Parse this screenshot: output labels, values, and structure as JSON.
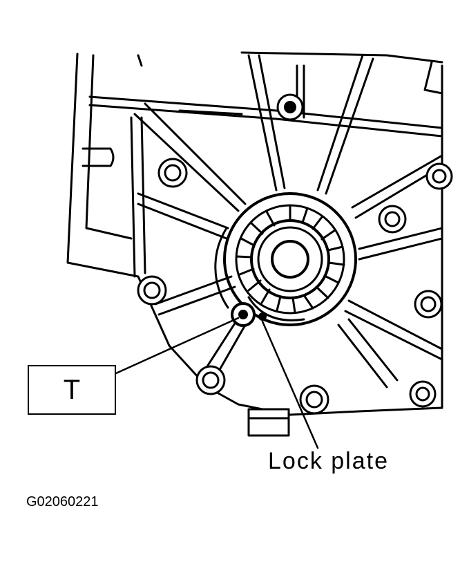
{
  "labels": {
    "torque_marker": "T",
    "lock_plate": "Lock plate",
    "figure_code": "G02060221"
  },
  "colors": {
    "ink": "#000000",
    "paper": "#ffffff"
  }
}
